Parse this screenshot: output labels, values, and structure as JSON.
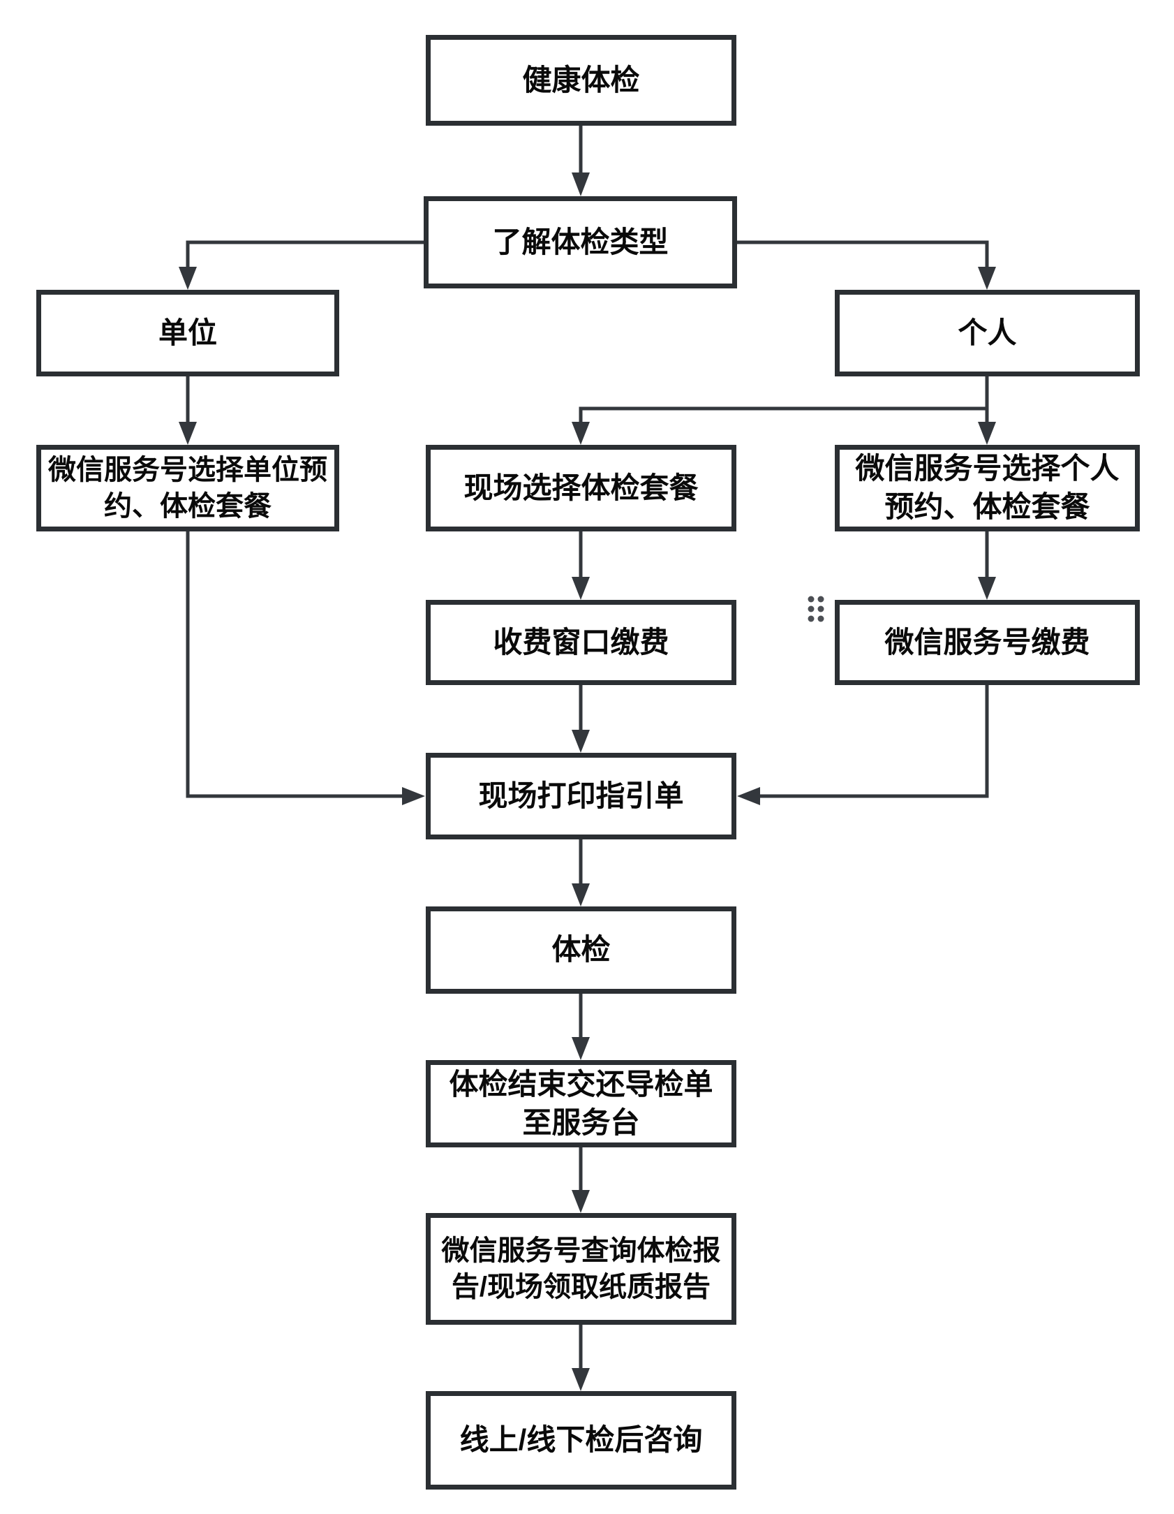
{
  "diagram": {
    "type": "flowchart",
    "language": "zh-CN",
    "colors": {
      "background": "#ffffff",
      "box_border": "#2b2f33",
      "connector_line": "#33373c",
      "text": "#0a0a0a",
      "dots_icon": "#4c4f54"
    },
    "icons": {
      "grid_dots": "grid-dots-icon"
    }
  },
  "nodes": {
    "health_checkup": {
      "label": "健康体检"
    },
    "understand_types": {
      "label": "了解体检类型"
    },
    "unit": {
      "label": "单位"
    },
    "individual": {
      "label": "个人"
    },
    "wechat_unit_booking": {
      "label": "微信服务号选择单位预\n约、体检套餐"
    },
    "onsite_package": {
      "label": "现场选择体检套餐"
    },
    "wechat_individual_booking": {
      "label": "微信服务号选择个人\n预约、体检套餐"
    },
    "pay_window": {
      "label": "收费窗口缴费"
    },
    "wechat_pay": {
      "label": "微信服务号缴费"
    },
    "print_guide": {
      "label": "现场打印指引单"
    },
    "checkup": {
      "label": "体检"
    },
    "return_guide": {
      "label": "体检结束交还导检单\n至服务台"
    },
    "report_query": {
      "label": "微信服务号查询体检报\n告/现场领取纸质报告"
    },
    "consultation": {
      "label": "线上/线下检后咨询"
    }
  },
  "edges": [
    {
      "from": "health_checkup",
      "to": "understand_types"
    },
    {
      "from": "understand_types",
      "to": "unit"
    },
    {
      "from": "understand_types",
      "to": "individual"
    },
    {
      "from": "unit",
      "to": "wechat_unit_booking"
    },
    {
      "from": "individual",
      "to": "onsite_package"
    },
    {
      "from": "individual",
      "to": "wechat_individual_booking"
    },
    {
      "from": "wechat_unit_booking",
      "to": "print_guide"
    },
    {
      "from": "onsite_package",
      "to": "pay_window"
    },
    {
      "from": "wechat_individual_booking",
      "to": "wechat_pay"
    },
    {
      "from": "pay_window",
      "to": "print_guide"
    },
    {
      "from": "wechat_pay",
      "to": "print_guide"
    },
    {
      "from": "print_guide",
      "to": "checkup"
    },
    {
      "from": "checkup",
      "to": "return_guide"
    },
    {
      "from": "return_guide",
      "to": "report_query"
    },
    {
      "from": "report_query",
      "to": "consultation"
    }
  ]
}
